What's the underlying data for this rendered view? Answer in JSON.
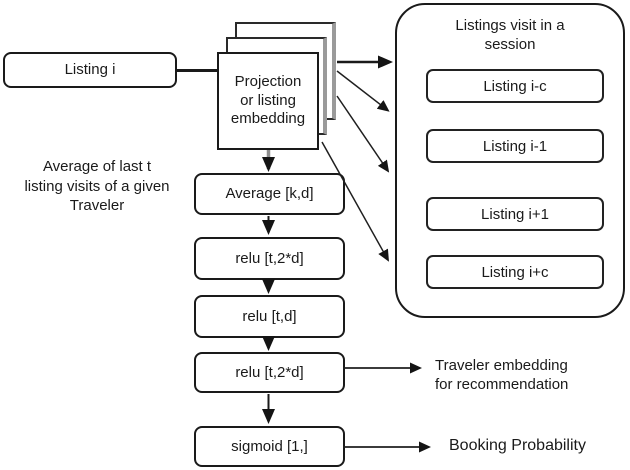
{
  "diagram": {
    "input_node": {
      "label": "Listing i"
    },
    "projection_node": {
      "lines": [
        "Projection",
        "or listing",
        "embedding"
      ]
    },
    "left_note": {
      "lines": [
        "Average of last t",
        "listing visits of a given",
        "Traveler"
      ]
    },
    "pipeline": [
      {
        "label": "Average [k,d]"
      },
      {
        "label": "relu [t,2*d]"
      },
      {
        "label": "relu [t,d]"
      },
      {
        "label": "relu [t,2*d]"
      },
      {
        "label": "sigmoid [1,]"
      }
    ],
    "session_panel": {
      "title_lines": [
        "Listings visit in a",
        "session"
      ],
      "items": [
        "Listing i-c",
        "Listing i-1",
        "Listing i+1",
        "Listing i+c"
      ]
    },
    "outputs": {
      "traveler_lines": [
        "Traveler embedding",
        "for recommendation"
      ],
      "booking": "Booking Probability"
    },
    "colors": {
      "ink": "#1a1a1a",
      "shadow_gray": "#9a9a9a",
      "background": "#ffffff"
    }
  }
}
